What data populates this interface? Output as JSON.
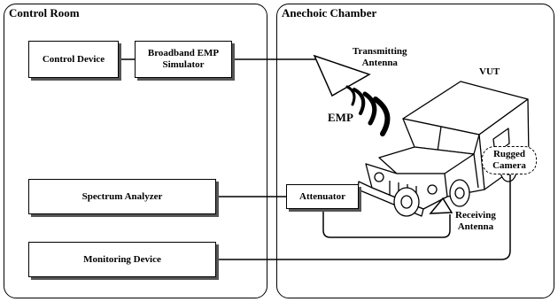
{
  "rooms": {
    "control_room": {
      "title": "Control Room"
    },
    "anechoic_chamber": {
      "title": "Anechoic Chamber"
    }
  },
  "devices": {
    "control_device": "Control Device",
    "emp_simulator_line1": "Broadband EMP",
    "emp_simulator_line2": "Simulator",
    "spectrum_analyzer": "Spectrum Analyzer",
    "monitoring_device": "Monitoring Device",
    "attenuator": "Attenuator"
  },
  "labels": {
    "transmitting_line1": "Transmitting",
    "transmitting_line2": "Antenna",
    "vut": "VUT",
    "emp": "EMP",
    "camera_line1": "Rugged",
    "camera_line2": "Camera",
    "receiving_line1": "Receiving",
    "receiving_line2": "Antenna"
  }
}
